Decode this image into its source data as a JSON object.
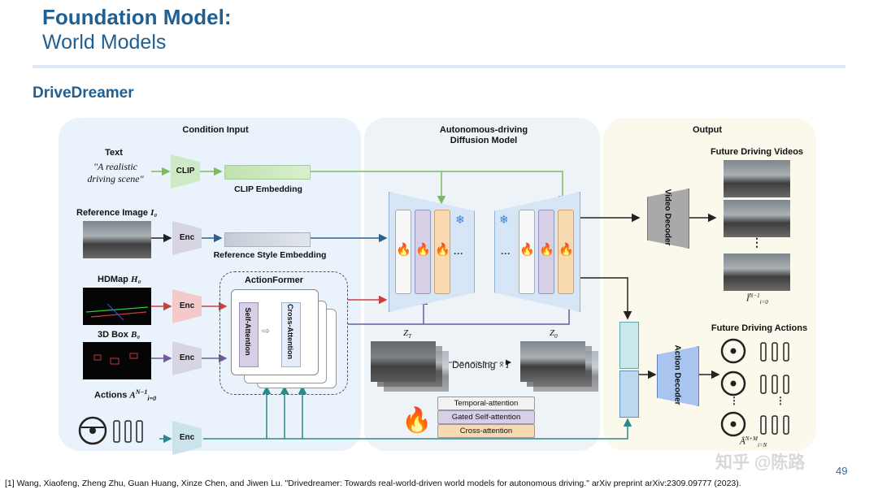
{
  "title": {
    "line1": "Foundation Model:",
    "line2": "World Models"
  },
  "subtitle": "DriveDreamer",
  "panels": {
    "condition": "Condition Input",
    "diffusion_line1": "Autonomous-driving",
    "diffusion_line2": "Diffusion Model",
    "output": "Output"
  },
  "inputs": {
    "text_label": "Text",
    "text_quote_line1": "\"A realistic",
    "text_quote_line2": "driving scene\"",
    "clip": "CLIP",
    "clip_embedding": "CLIP Embedding",
    "reference_image": "Reference Image",
    "reference_image_sym": "I₀",
    "enc": "Enc",
    "reference_style_embedding": "Reference Style Embedding",
    "hdmap": "HDMap",
    "hdmap_sym": "H₀",
    "box3d": "3D Box",
    "box3d_sym": "B₀",
    "actions": "Actions",
    "actions_sym": "A",
    "actions_sup": "N−1",
    "actions_sub": "i=0"
  },
  "actionformer": {
    "title": "ActionFormer",
    "self_attention": "Self-Attention",
    "cross_attention": "Cross-Attention"
  },
  "diffusion": {
    "zt": "Z",
    "zt_sub": "T",
    "z0": "Z",
    "z0_sub": "0",
    "denoising": "Denoising",
    "times_t": "×T",
    "legend": [
      {
        "label": "Temporal-attention",
        "color": "#f2f2f2"
      },
      {
        "label": "Gated Self-attention",
        "color": "#d7cfe6"
      },
      {
        "label": "Cross-attention",
        "color": "#f9d9b0"
      }
    ],
    "dots": "···"
  },
  "output": {
    "future_videos": "Future Driving Videos",
    "video_decoder_line1": "Video",
    "video_decoder_line2": "Decoder",
    "video_dots": "⋮",
    "video_index_sup": "N−1",
    "video_index_sub": "i=0",
    "future_actions": "Future Driving Actions",
    "action_decoder_line1": "Action",
    "action_decoder_line2": "Decoder",
    "actions_index_sup": "N+M",
    "actions_index_sub": "i=N"
  },
  "reference": "[1] Wang, Xiaofeng, Zheng Zhu, Guan Huang, Xinze Chen, and Jiwen Lu. \"Drivedreamer: Towards real-world-driven world models for autonomous driving.\" arXiv preprint arXiv:2309.09777 (2023).",
  "watermark": "知乎 @陈路",
  "page_number": "49",
  "colors": {
    "accent": "#1f5f92",
    "green_arrow": "#7dbb5e",
    "teal_arrow": "#2a8a8a",
    "red_arrow": "#c94040",
    "purple_arrow": "#6e5aa0"
  }
}
